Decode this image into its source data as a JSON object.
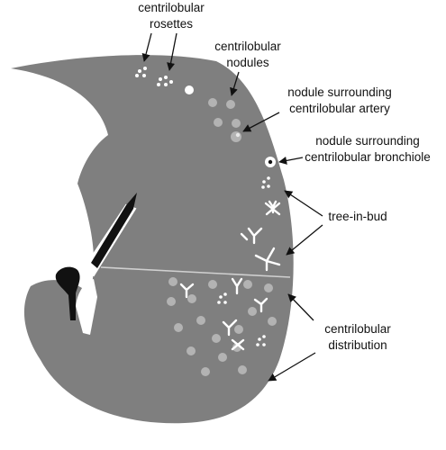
{
  "diagram": {
    "labels": {
      "rosettes": {
        "line1": "centrilobular",
        "line2": "rosettes"
      },
      "nodules": {
        "line1": "centrilobular",
        "line2": "nodules"
      },
      "artery": {
        "line1": "nodule surrounding",
        "line2": "centrilobular artery"
      },
      "bronchiole": {
        "line1": "nodule surrounding",
        "line2": "centrilobular bronchiole"
      },
      "tree_in_bud": {
        "line1": "tree-in-bud"
      },
      "distribution": {
        "line1": "centrilobular",
        "line2": "distribution"
      }
    },
    "colors": {
      "lung": "#7f7f7f",
      "nodule": "#b3b3b3",
      "white_marks": "#ffffff",
      "airway": "#111111",
      "text": "#111111"
    }
  }
}
